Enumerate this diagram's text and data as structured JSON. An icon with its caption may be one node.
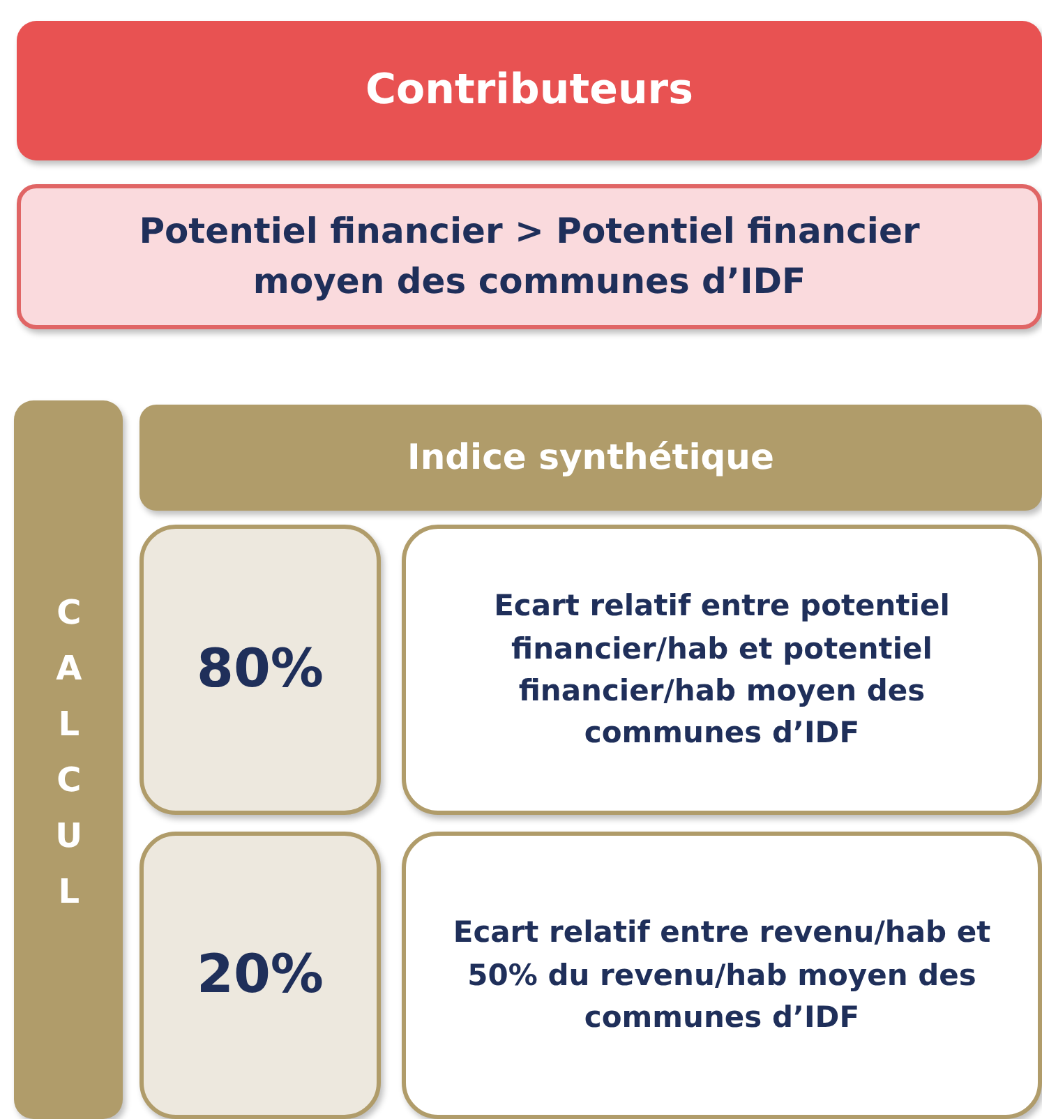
{
  "diagram": {
    "nodes": [
      {
        "text": [
          "Contributeurs"
        ]
      },
      {
        "text": [
          "Potentiel financier > Potentiel financier moyen des communes d’IDF"
        ]
      },
      {
        "text": [
          "CALCUL"
        ]
      },
      {
        "text": [
          "Indice synthétique"
        ]
      },
      {
        "text": [
          "80%"
        ]
      },
      {
        "text": [
          "Ecart relatif entre potentiel financier/hab et potentiel financier/hab moyen des communes d’IDF"
        ]
      },
      {
        "text": [
          "20%"
        ]
      },
      {
        "text": [
          "Ecart relatif entre revenu/hab et 50% du revenu/hab moyen des communes d’IDF"
        ]
      }
    ]
  }
}
